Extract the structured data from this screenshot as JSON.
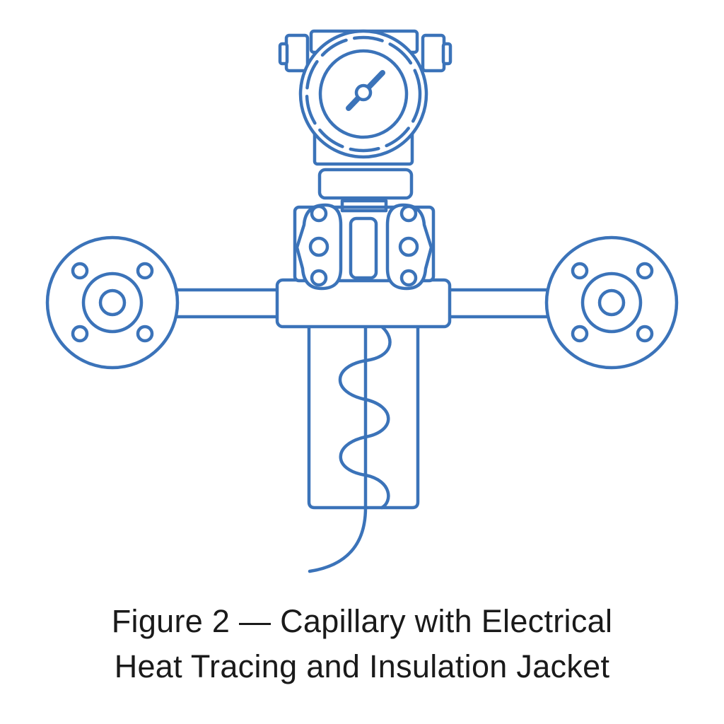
{
  "figure": {
    "caption_line1": "Figure 2 — Capillary with Electrical",
    "caption_line2": "Heat Tracing and Insulation Jacket",
    "stroke_color": "#3b73b9",
    "text_color": "#1a1a1a",
    "background": "#ffffff"
  },
  "components": [
    {
      "name": "transmitter-housing",
      "label": "Pressure transmitter with gauge"
    },
    {
      "name": "process-flange-body",
      "label": "Sensor module with flange bolts"
    },
    {
      "name": "manifold-block",
      "label": "Connection block"
    },
    {
      "name": "left-flange",
      "label": "Remote seal flange (left)"
    },
    {
      "name": "right-flange",
      "label": "Remote seal flange (right)"
    },
    {
      "name": "insulation-jacket",
      "label": "Insulation jacket"
    },
    {
      "name": "heat-tracing-cable",
      "label": "Electrical heat tracing"
    }
  ]
}
